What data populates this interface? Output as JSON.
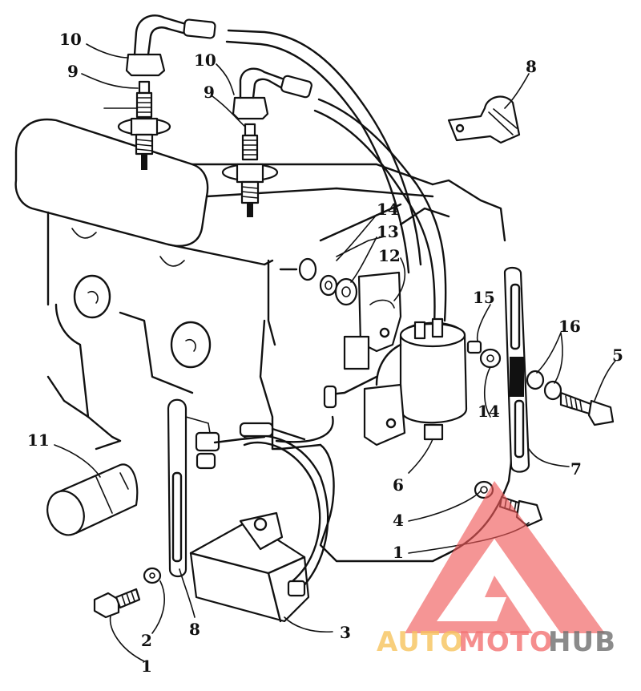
{
  "diagram": {
    "callouts": [
      {
        "id": "c10a",
        "label": "10"
      },
      {
        "id": "c9a",
        "label": "9"
      },
      {
        "id": "c10b",
        "label": "10"
      },
      {
        "id": "c9b",
        "label": "9"
      },
      {
        "id": "c8a",
        "label": "8"
      },
      {
        "id": "c14a",
        "label": "14"
      },
      {
        "id": "c13",
        "label": "13"
      },
      {
        "id": "c12",
        "label": "12"
      },
      {
        "id": "c15",
        "label": "15"
      },
      {
        "id": "c16",
        "label": "16"
      },
      {
        "id": "c5",
        "label": "5"
      },
      {
        "id": "c14b",
        "label": "14"
      },
      {
        "id": "c7",
        "label": "7"
      },
      {
        "id": "c6",
        "label": "6"
      },
      {
        "id": "c4",
        "label": "4"
      },
      {
        "id": "c1a",
        "label": "1"
      },
      {
        "id": "c11",
        "label": "11"
      },
      {
        "id": "c2",
        "label": "2"
      },
      {
        "id": "c8b",
        "label": "8"
      },
      {
        "id": "c3",
        "label": "3"
      },
      {
        "id": "c1b",
        "label": "1"
      }
    ]
  },
  "watermark": {
    "brand_part1": "AUTO",
    "brand_part2": "MOTO",
    "brand_part3": "HUB",
    "color_primary": "#f05a5a",
    "color_secondary": "#f5b942",
    "color_tertiary": "#555555"
  }
}
